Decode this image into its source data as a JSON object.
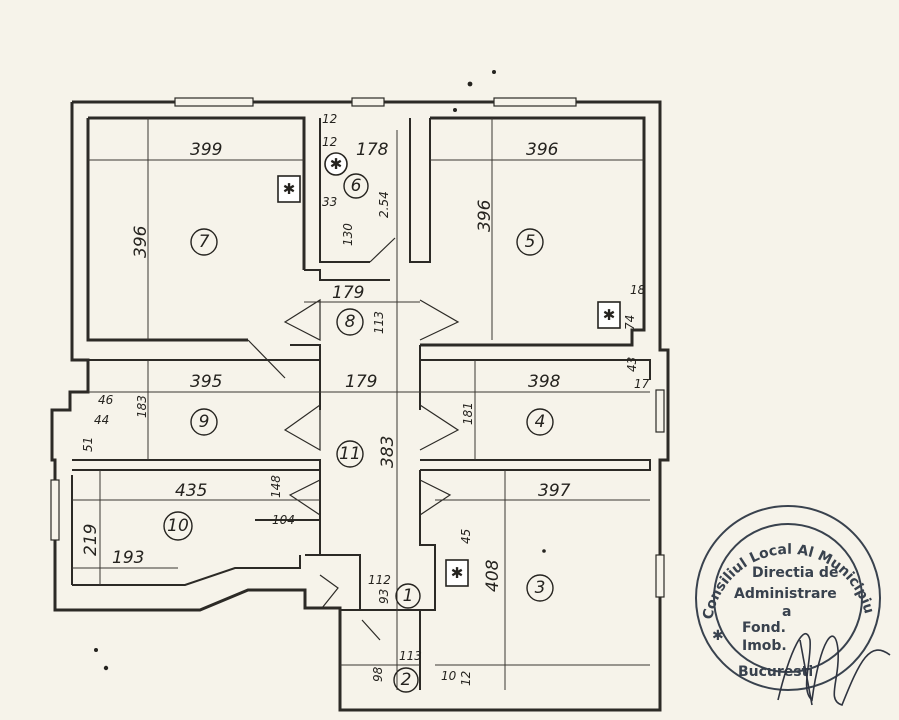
{
  "rooms": [
    {
      "id": "1",
      "number": "1"
    },
    {
      "id": "2",
      "number": "2"
    },
    {
      "id": "3",
      "number": "3"
    },
    {
      "id": "4",
      "number": "4"
    },
    {
      "id": "5",
      "number": "5"
    },
    {
      "id": "6",
      "number": "6"
    },
    {
      "id": "7",
      "number": "7"
    },
    {
      "id": "8",
      "number": "8"
    },
    {
      "id": "9",
      "number": "9"
    },
    {
      "id": "10",
      "number": "10"
    },
    {
      "id": "11",
      "number": "11"
    }
  ],
  "dimensions": {
    "r7_width": "399",
    "r7_height": "396",
    "r6_width": "178",
    "r6_d1": "12",
    "r6_d2": "12",
    "r6_d3": "33",
    "r6_d4": "130",
    "r6_d5": "2.54",
    "r5_width": "396",
    "r5_height": "396",
    "r5_d1": "18",
    "r5_d2": "74",
    "r8_width": "179",
    "r8_d1": "113",
    "r9_width": "395",
    "r9_height": "183",
    "r9_d1": "46",
    "r9_d2": "44",
    "r11_width": "179",
    "r11_height": "383",
    "r4_width": "398",
    "r4_height": "181",
    "r4_d1": "43",
    "r4_d2": "17",
    "r10_width": "435",
    "r10_height": "219",
    "r10_d1": "193",
    "r10_d2": "104",
    "r10_d3": "148",
    "r10_d4": "51",
    "r3_width": "397",
    "r3_height": "408",
    "r3_d1": "45",
    "r3_d2": "10",
    "r3_d3": "12",
    "r1_d1": "112",
    "r1_d2": "93",
    "r2_d1": "98",
    "r2_d2": "113"
  },
  "vent_symbol": "✱",
  "stamp": {
    "line1": "Consiliul Local Al Municipiului",
    "line2": "Directia de",
    "line3": "Administrare",
    "line4": "a",
    "line5": "Fond.",
    "line6": "Imob.",
    "line7": "Bucuresti"
  },
  "colors": {
    "ink": "#25231f",
    "paper": "#f6f3ea",
    "stamp": "#39424e"
  }
}
